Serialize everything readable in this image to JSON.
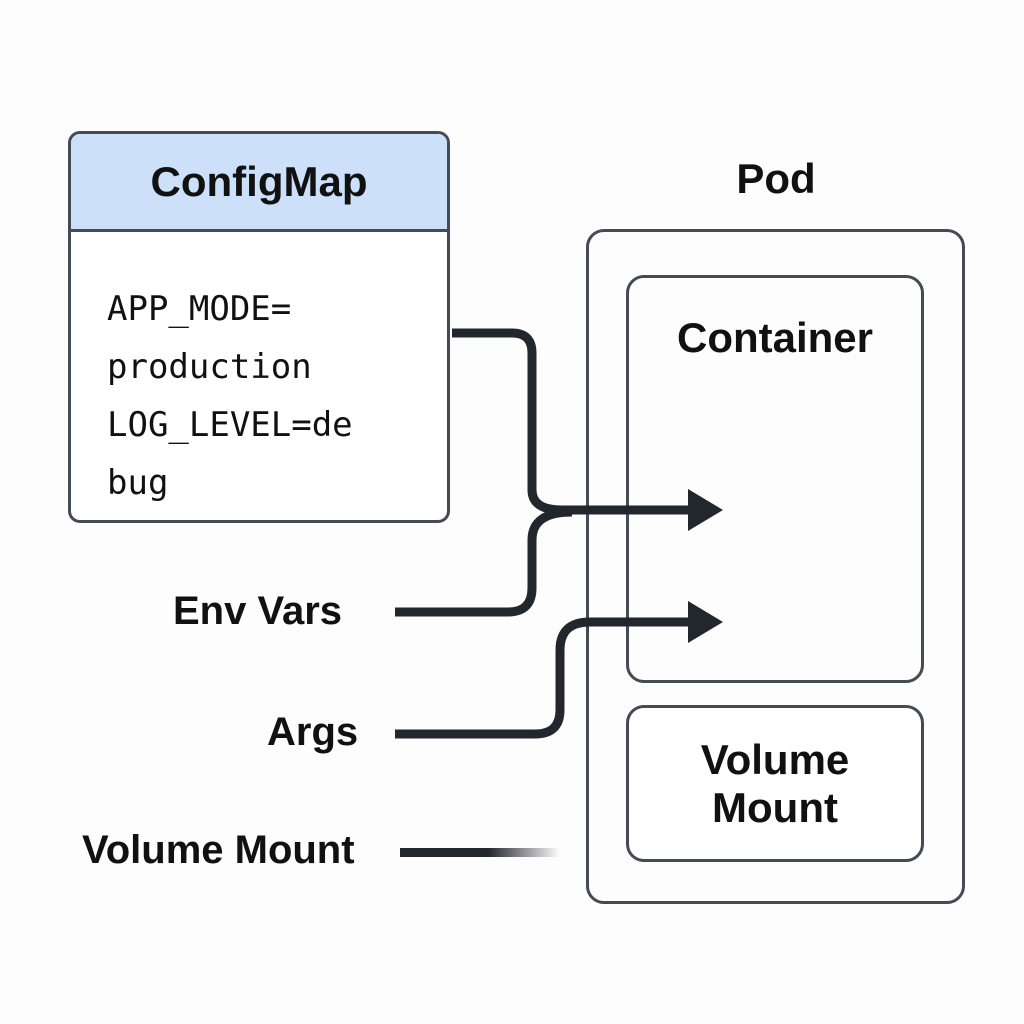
{
  "configmap": {
    "title": "ConfigMap",
    "lines": [
      "APP_MODE=",
      "production",
      "LOG_LEVEL=de",
      "bug"
    ],
    "header_color": "#cce0fa"
  },
  "pod": {
    "title": "Pod",
    "container_title": "Container",
    "volume_mount_title": "Volume Mount"
  },
  "sources": {
    "env_vars": "Env Vars",
    "args": "Args",
    "volume_mount": "Volume Mount"
  },
  "colors": {
    "line": "#22262d",
    "border": "#454b55"
  }
}
